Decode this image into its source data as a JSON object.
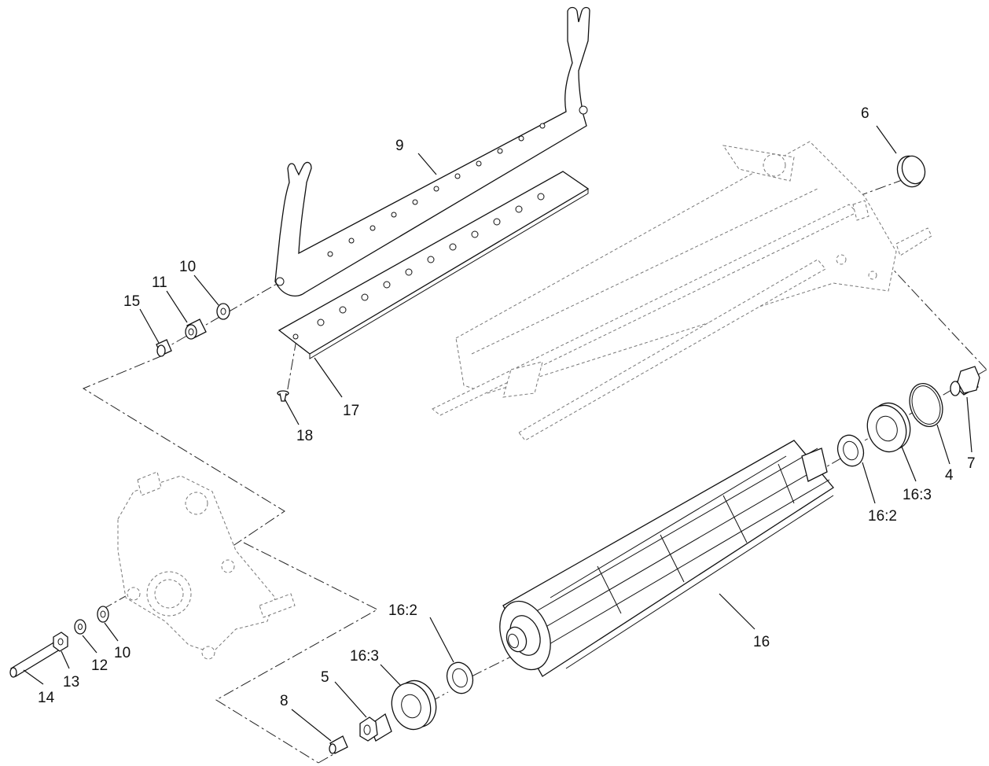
{
  "labels": {
    "p6": "6",
    "p9": "9",
    "p10_top": "10",
    "p11": "11",
    "p15": "15",
    "p17": "17",
    "p18": "18",
    "p16_2_right": "16:2",
    "p16_3_right": "16:3",
    "p4": "4",
    "p7": "7",
    "p16": "16",
    "p16_2_left": "16:2",
    "p16_3_left": "16:3",
    "p5": "5",
    "p8": "8",
    "p10_bottom": "10",
    "p12": "12",
    "p13": "13",
    "p14": "14"
  }
}
